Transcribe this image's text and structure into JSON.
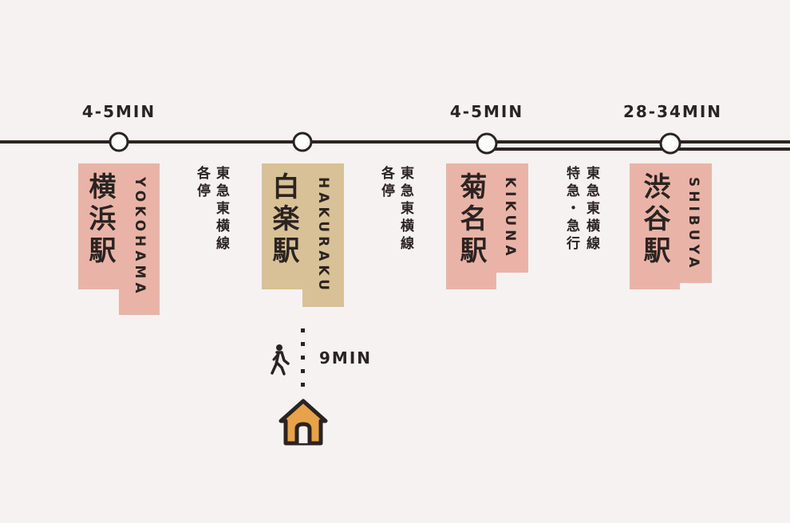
{
  "colors": {
    "background": "#f5f2f1",
    "line": "#2b2322",
    "station_pink": "#e9b4a7",
    "station_tan": "#d8c196",
    "home": "#e8a24a"
  },
  "times": {
    "yokohama_hakuraku": "4-5MIN",
    "hakuraku_kikuna": "4-5MIN",
    "kikuna_shibuya": "28-34MIN"
  },
  "stations": {
    "yokohama": {
      "kanji": "横浜駅",
      "roman": "YOKOHAMA"
    },
    "hakuraku": {
      "kanji": "白楽駅",
      "roman": "HAKURAKU"
    },
    "kikuna": {
      "kanji": "菊名駅",
      "roman": "KIKUNA"
    },
    "shibuya": {
      "kanji": "渋谷駅",
      "roman": "SHIBUYA"
    }
  },
  "services": {
    "seg1": {
      "line": "東急東横線",
      "type": "各停"
    },
    "seg2": {
      "line": "東急東横線",
      "type": "各停"
    },
    "seg3": {
      "line": "東急東横線",
      "type": "特急・急行"
    }
  },
  "walk": {
    "time": "9MIN",
    "icon": "walking-person-icon"
  },
  "home": {
    "icon": "house-icon"
  }
}
